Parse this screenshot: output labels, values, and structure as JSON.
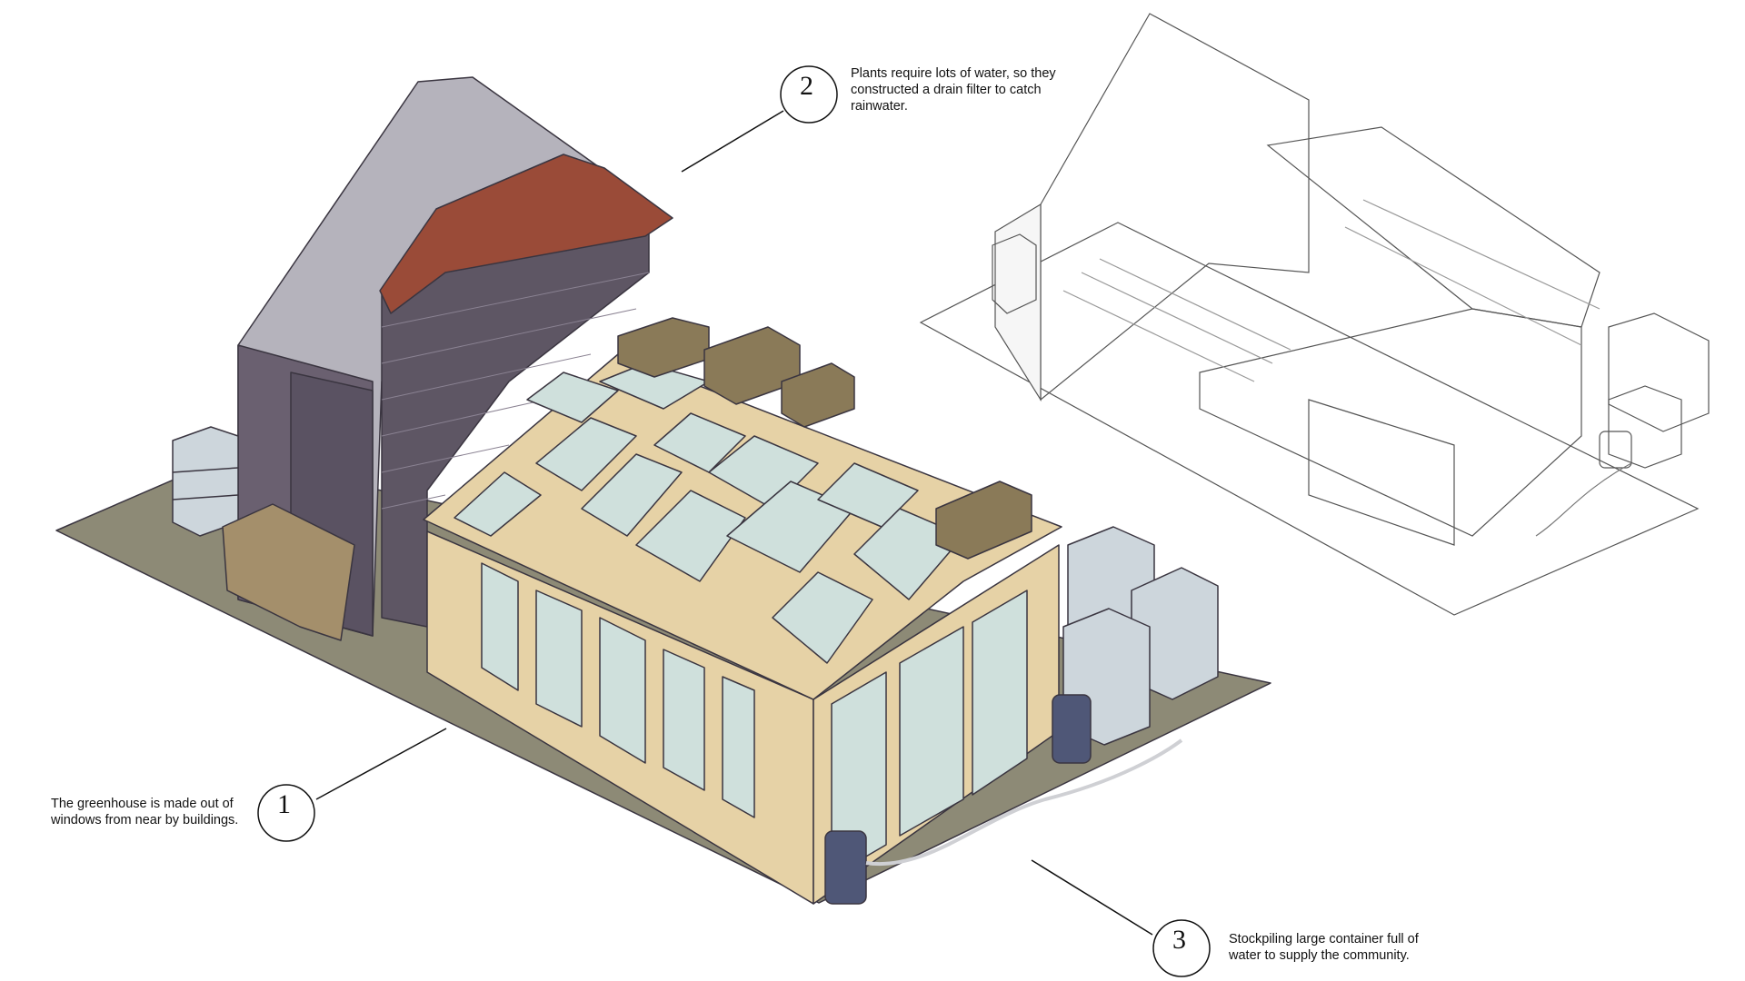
{
  "callouts": [
    {
      "number": "1",
      "text": "The greenhouse is made out of\nwindows from near by buildings."
    },
    {
      "number": "2",
      "text": "Plants require lots of water, so they\nconstructed a drain filter to catch\nrainwater."
    },
    {
      "number": "3",
      "text": "Stockpiling large container full of\nwater to supply the community."
    }
  ],
  "colors": {
    "ground": "#8d8a76",
    "wood": "#e6d2a6",
    "glass": "#cfe0dc",
    "roof_tiles": "#9a4b38",
    "brick": "#5e5664",
    "metal": "#b5b3bc",
    "tank": "#cdd6dc",
    "barrel": "#4f5777"
  }
}
